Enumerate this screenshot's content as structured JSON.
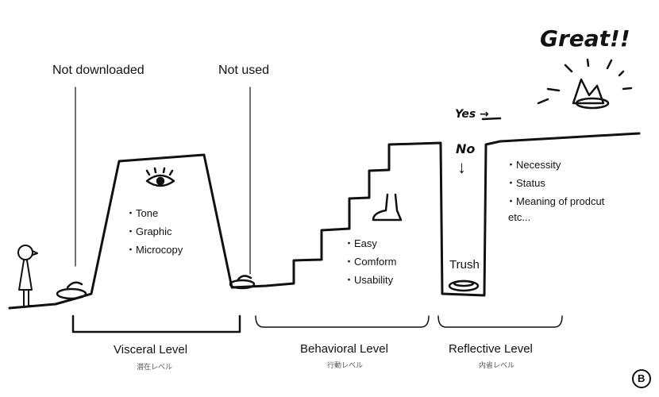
{
  "annotations": {
    "not_downloaded": "Not downloaded",
    "not_used": "Not used",
    "great": "Great!!",
    "yes": "Yes →",
    "no": "No",
    "no_arrow": "↓",
    "trash": "Trush"
  },
  "visceral": {
    "items": [
      "・Tone",
      "・Graphic",
      "・Microcopy"
    ],
    "label": "Visceral Level",
    "label_jp": "潜在レベル"
  },
  "behavioral": {
    "items": [
      "・Easy",
      "・Comform",
      "・Usability"
    ],
    "label": "Behavioral Level",
    "label_jp": "行動レベル"
  },
  "reflective": {
    "items": [
      "・Necessity",
      "・Status",
      "・Meaning of prodcut",
      "etc..."
    ],
    "label": "Reflective Level",
    "label_jp": "内省レベル"
  },
  "logo": "B"
}
